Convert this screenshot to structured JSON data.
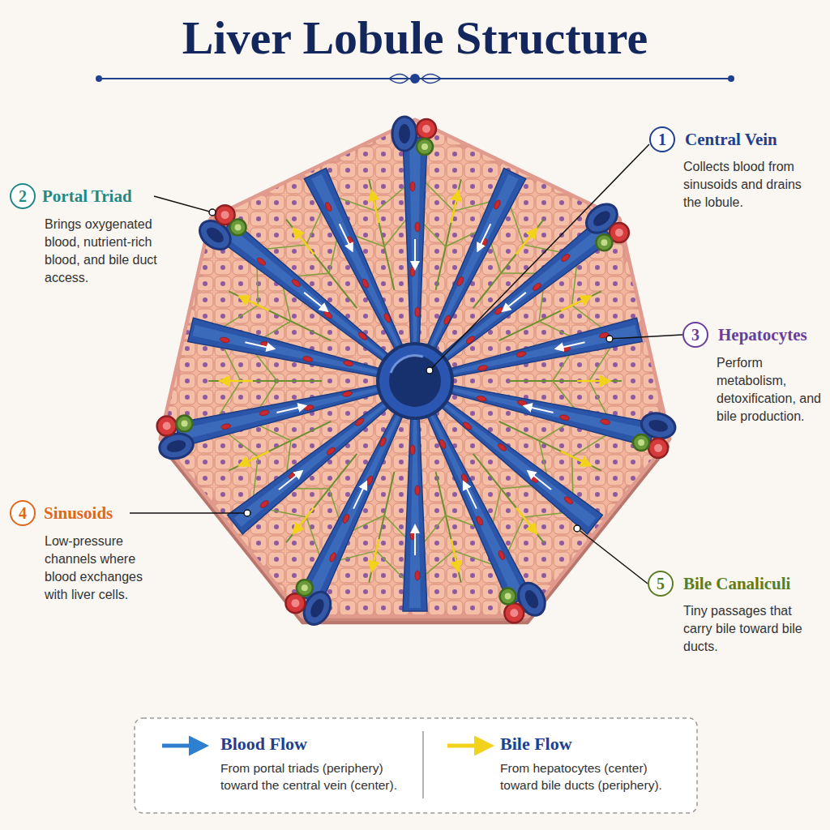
{
  "diagram": {
    "title": "Liver Lobule Structure",
    "nodes": [
      {
        "text": [
          "1"
        ]
      },
      {
        "text": [
          "2"
        ]
      },
      {
        "text": [
          "3"
        ]
      },
      {
        "text": [
          "4"
        ]
      },
      {
        "text": [
          "5"
        ]
      }
    ],
    "labels": [
      "Central Vein",
      "Collects blood from sinusoids and drains the lobule.",
      "Portal Triad",
      "Brings oxygenated blood, nutrient-rich blood, and bile duct access.",
      "Hepatocytes",
      "Perform metabolism, detoxification, and bile production.",
      "Sinusoids",
      "Low-pressure channels where blood exchanges with liver cells.",
      "Bile Canaliculi",
      "Tiny passages that carry bile toward bile ducts.",
      "From portal triads (periphery) toward the central vein (center).",
      "From hepatocytes (center) toward bile ducts (periphery)."
    ],
    "legend": [
      {
        "text": "Blood Flow"
      },
      {
        "text": "Bile Flow"
      }
    ]
  }
}
